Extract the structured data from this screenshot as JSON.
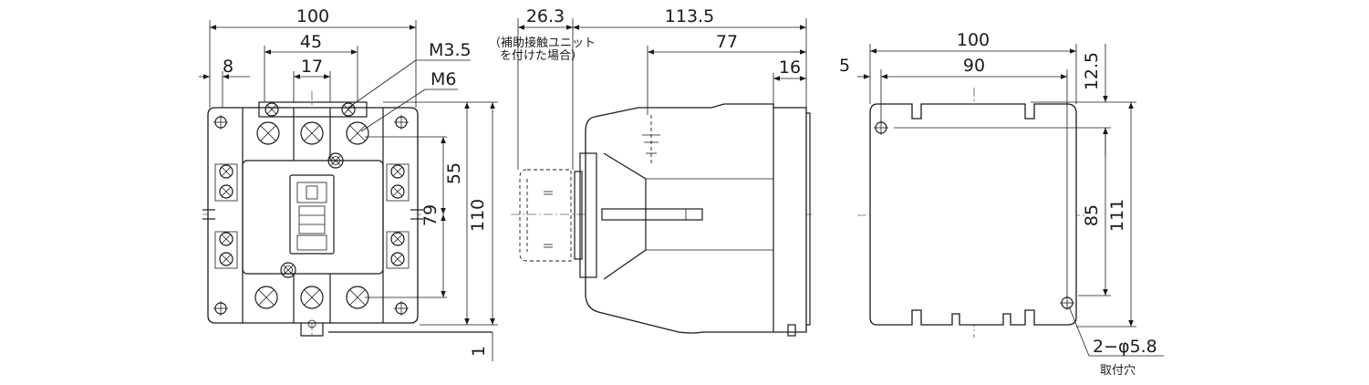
{
  "front_view": {
    "dims": {
      "width_overall": "100",
      "pitch_aux": "45",
      "pitch_center": "17",
      "offset_left": "8",
      "height_55": "55",
      "height_79": "79",
      "height_overall": "110",
      "offset_bottom": "1"
    },
    "screw_aux": "M3.5",
    "screw_main": "M6"
  },
  "side_view": {
    "dims": {
      "aux_depth": "26.3",
      "depth_overall": "113.5",
      "depth_77": "77",
      "depth_16": "16"
    },
    "aux_note_line1": "（補助接触ユニット",
    "aux_note_line2": "を付けた場合）"
  },
  "mount_view": {
    "dims": {
      "width_overall": "100",
      "hole_pitch_h": "90",
      "offset_left": "5",
      "offset_top": "12.5",
      "hole_pitch_v": "85",
      "height_overall": "111"
    },
    "hole_spec": "2−φ5.8",
    "hole_label": "取付穴"
  }
}
